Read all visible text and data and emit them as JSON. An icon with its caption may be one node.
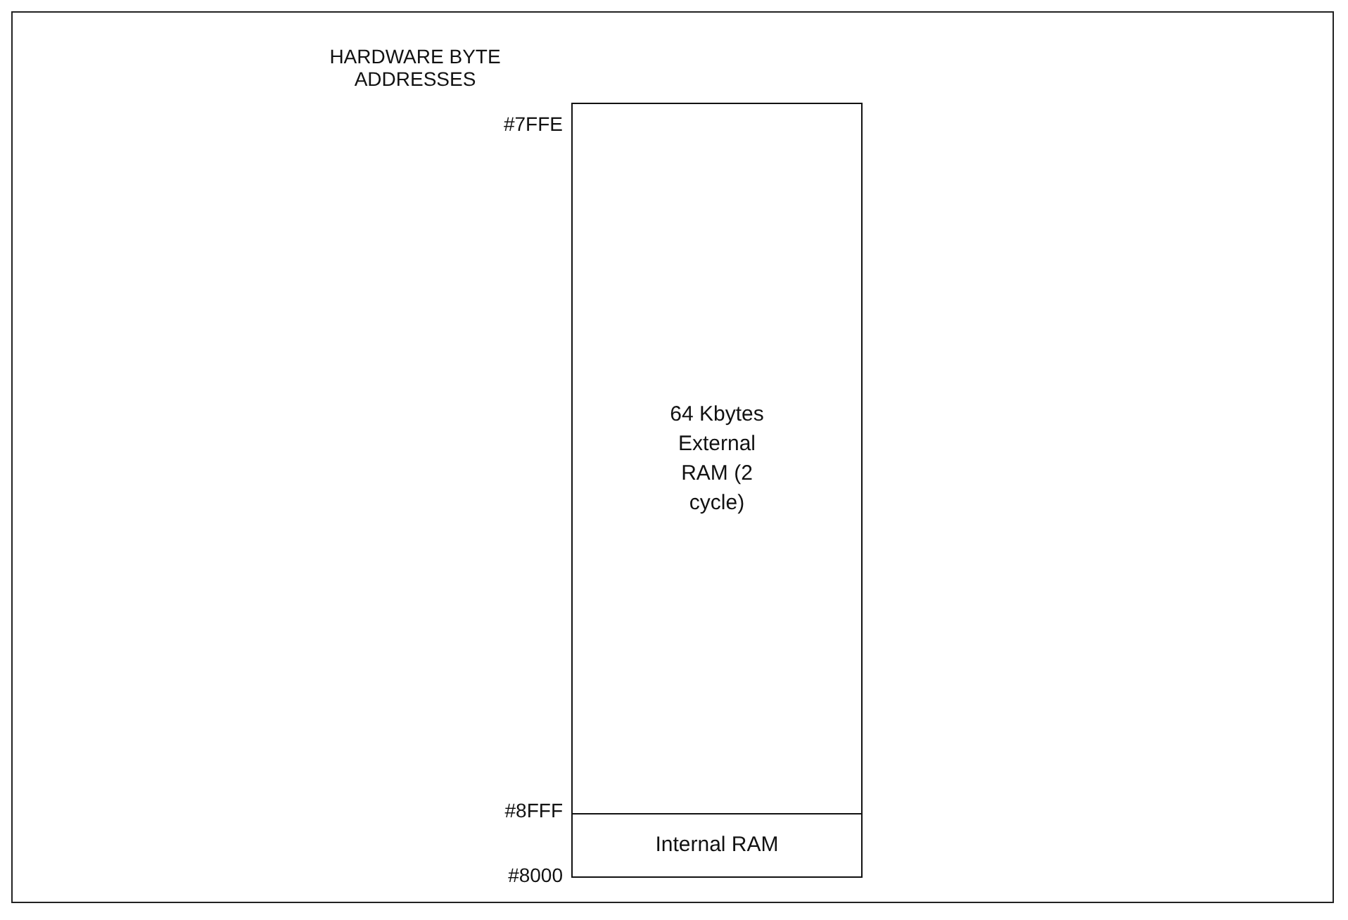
{
  "diagram": {
    "nodes": [
      {
        "text": [
          "64 Kbytes External RAM (2 cycle)"
        ]
      },
      {
        "text": [
          "Internal RAM"
        ]
      }
    ],
    "labels": [
      "HARDWARE BYTE ADDRESSES",
      "#7FFE",
      "#8FFF",
      "#8000"
    ]
  }
}
